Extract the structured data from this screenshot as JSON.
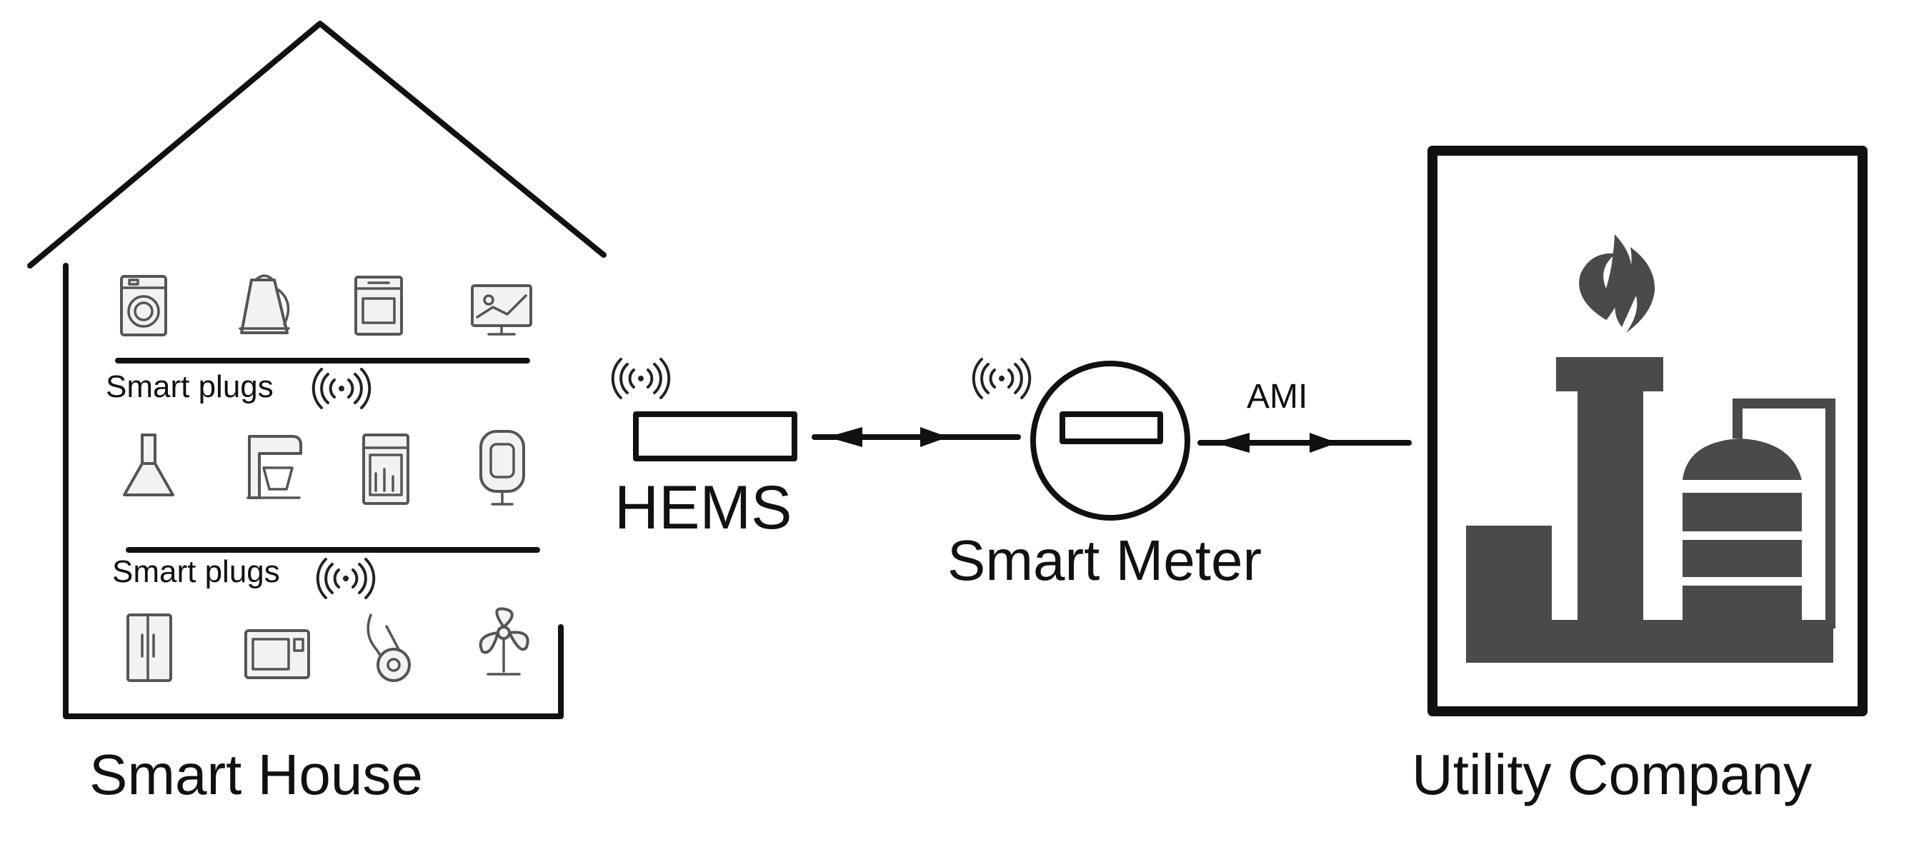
{
  "labels": {
    "smart_house": "Smart House",
    "hems": "HEMS",
    "smart_meter": "Smart Meter",
    "utility_company": "Utility Company",
    "ami": "AMI",
    "smart_plugs_row1": "Smart plugs",
    "smart_plugs_row2": "Smart plugs"
  },
  "appliances": {
    "row1": [
      "washing-machine-icon",
      "kettle-icon",
      "oven-icon",
      "monitor-icon"
    ],
    "row2": [
      "range-hood-icon",
      "stand-mixer-icon",
      "dishwasher-icon",
      "air-purifier-icon"
    ],
    "row3": [
      "refrigerator-icon",
      "microwave-icon",
      "vacuum-cleaner-icon",
      "fan-icon"
    ]
  },
  "colors": {
    "line": "#111111",
    "icon": "#555555",
    "plant": "#4a4a4a"
  }
}
